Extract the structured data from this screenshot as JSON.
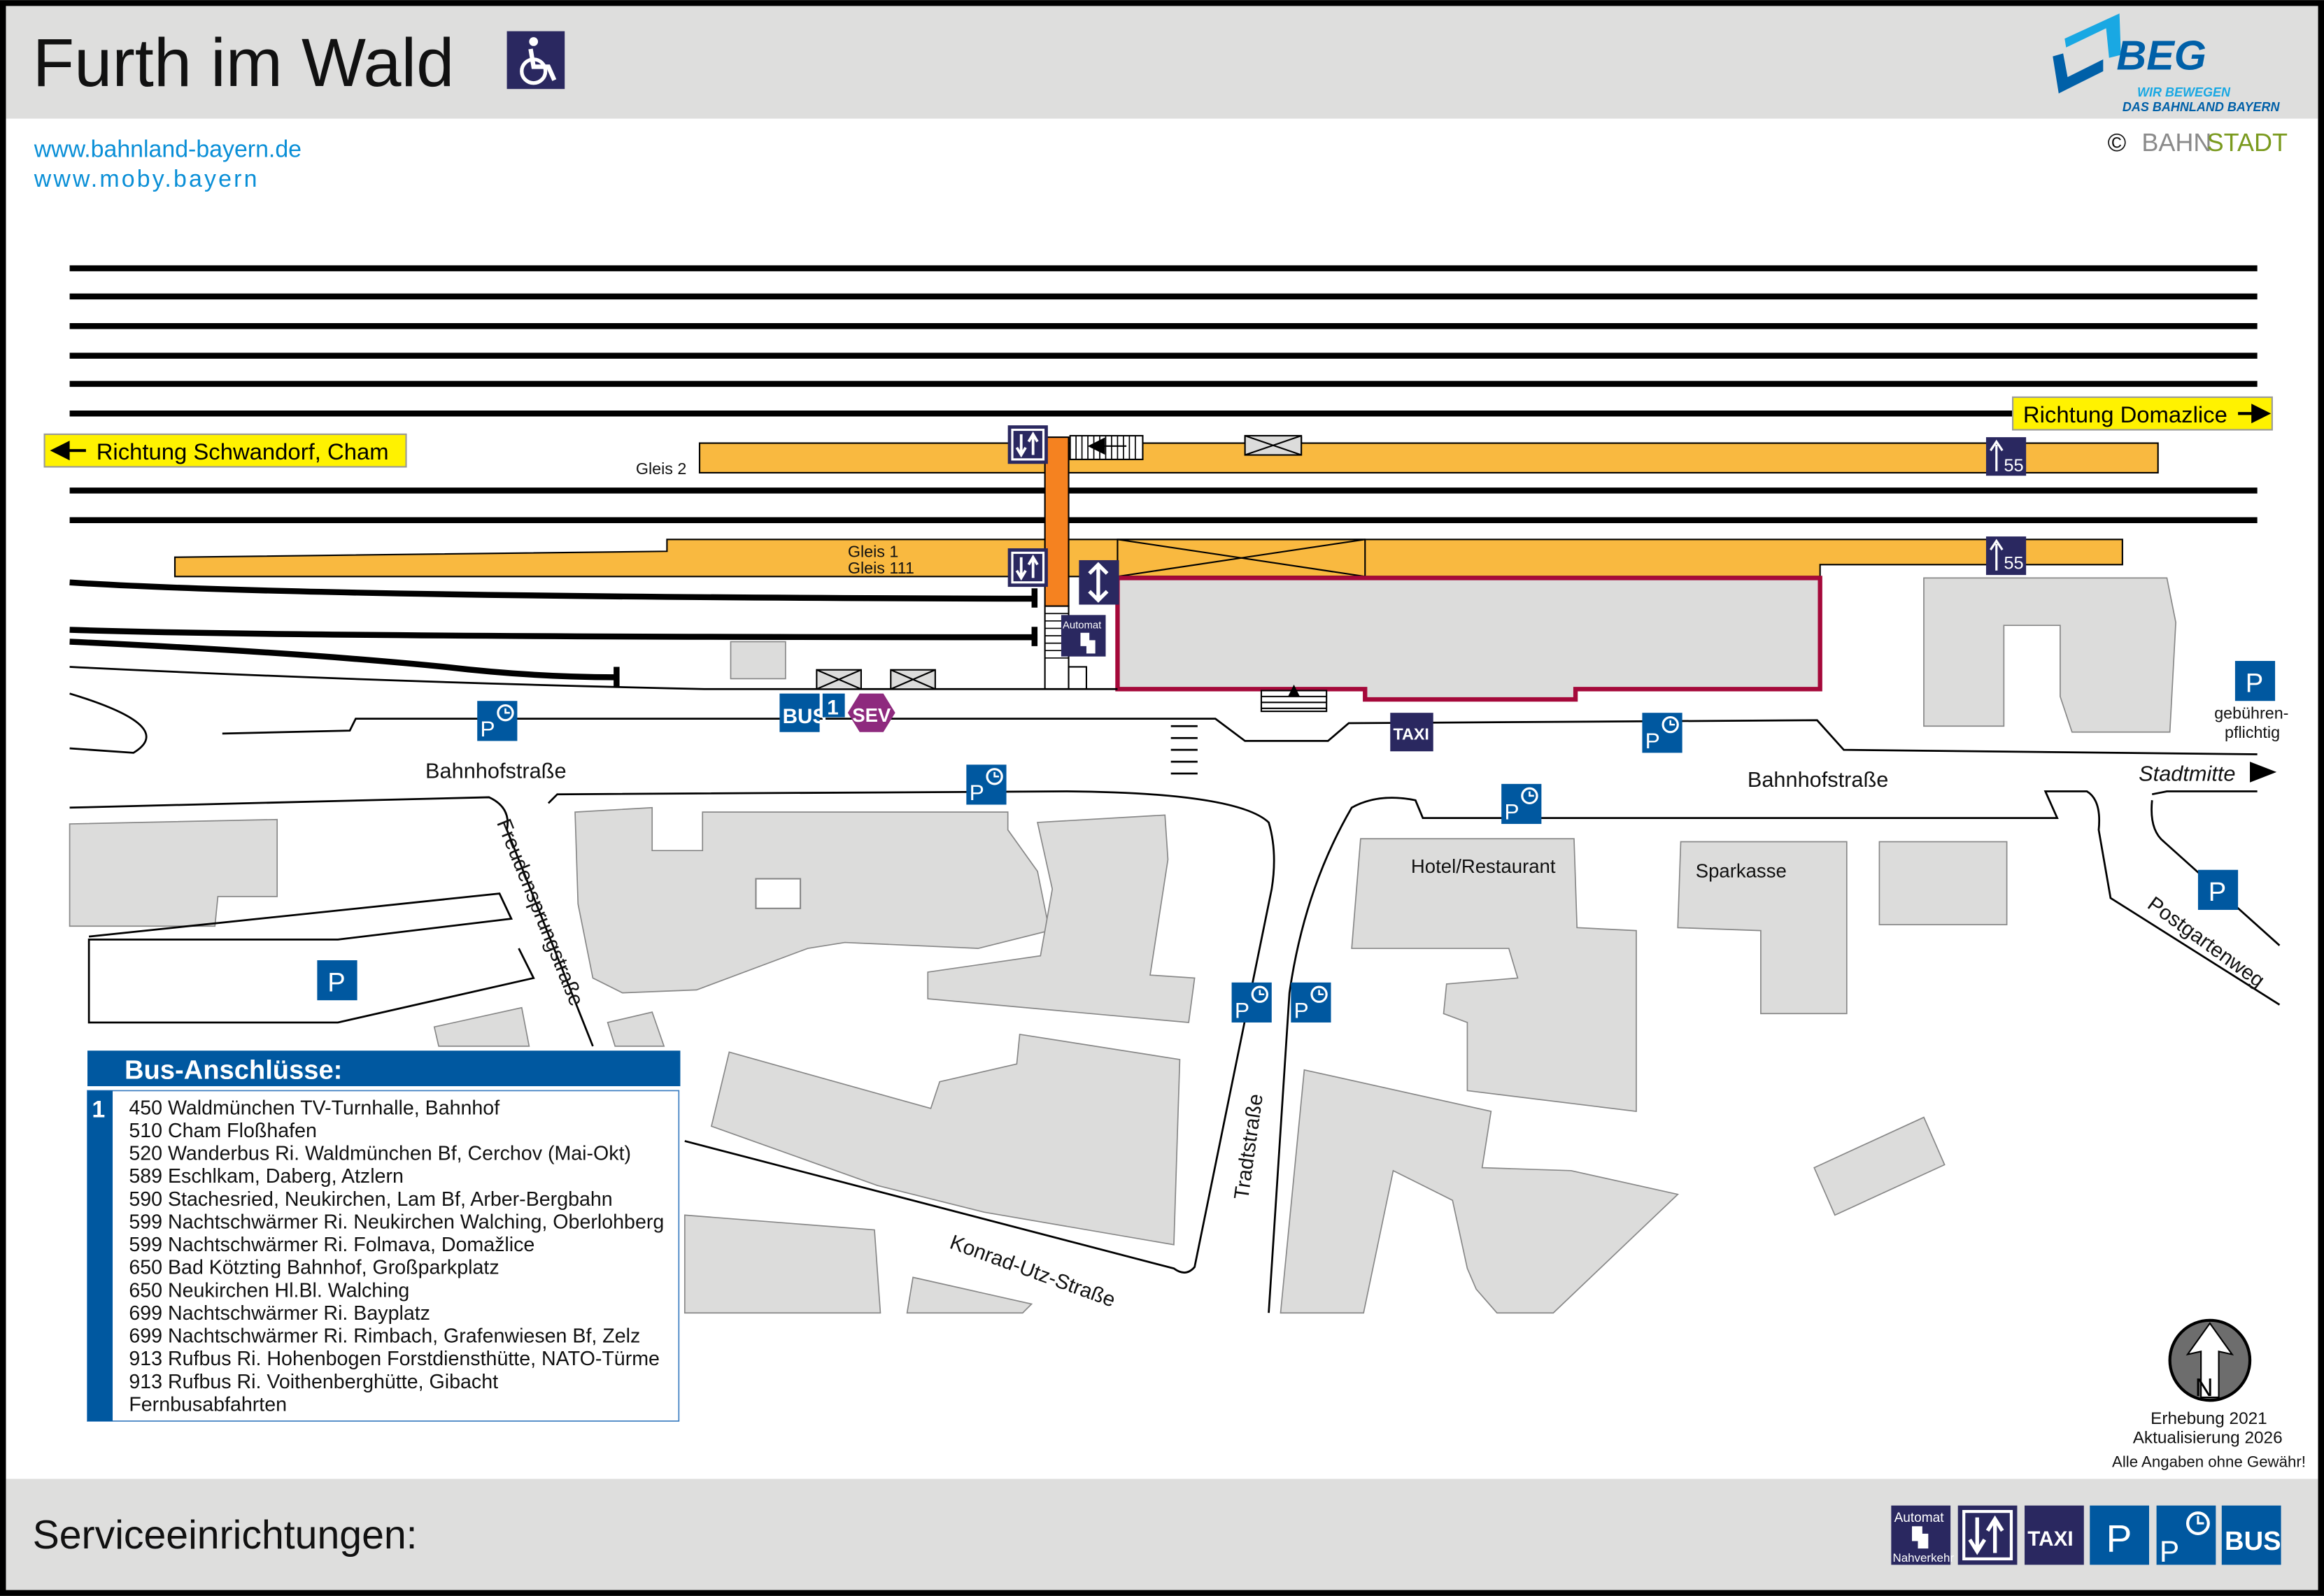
{
  "header": {
    "title": "Furth im Wald",
    "accessibility_icon": "wheelchair-icon",
    "links": [
      "www.bahnland-bayern.de",
      "www.moby.bayern"
    ],
    "logo": {
      "name": "BEG",
      "tagline1": "WIR BEWEGEN",
      "tagline2": "DAS BAHNLAND BAYERN"
    },
    "copyright": {
      "symbol": "©",
      "brand_part1": "BAHN",
      "brand_part2": "STADT"
    }
  },
  "colors": {
    "platform": "#f9b940",
    "underpass": "#f58220",
    "station_outline": "#a5093a",
    "building": "#dcdcdb",
    "navy_icon": "#2a2860",
    "blue_icon": "#0058a0",
    "sev": "#8e2a7e",
    "direction_box": "#fff200",
    "header_band": "#dededd",
    "link": "#0a8fd7"
  },
  "map": {
    "directions": {
      "west": "Richtung Schwandorf, Cham",
      "east": "Richtung Domazlice"
    },
    "platforms": {
      "gleis2": "Gleis 2",
      "gleis1": "Gleis 1",
      "gleis111": "Gleis 111",
      "height_badge": "55"
    },
    "streets": {
      "bahnhofstrasse_west": "Bahnhofstraße",
      "bahnhofstrasse_east": "Bahnhofstraße",
      "freudensprung": "Freudensprungstraße",
      "konrad_utz": "Konrad-Utz-Straße",
      "tradt": "Tradtstraße",
      "postgarten": "Postgartenweg",
      "stadtmitte": "Stadtmitte"
    },
    "places": {
      "hotel": "Hotel/Restaurant",
      "sparkasse": "Sparkasse"
    },
    "parking_note": "gebühren-\npflichtig",
    "parking_note_lines": [
      "gebühren-",
      "pflichtig"
    ],
    "icons": {
      "bus": "BUS",
      "bus_stop_number": "1",
      "sev": "SEV",
      "taxi": "TAXI",
      "parking": "P",
      "automat": "Automat"
    },
    "north": "N"
  },
  "bus_connections": {
    "title": "Bus-Anschlüsse:",
    "stop": "1",
    "lines": [
      "450 Waldmünchen TV-Turnhalle, Bahnhof",
      "510 Cham Floßhafen",
      "520 Wanderbus Ri. Waldmünchen Bf, Cerchov (Mai-Okt)",
      "589 Eschlkam, Daberg, Atzlern",
      "590 Stachesried, Neukirchen, Lam Bf, Arber-Bergbahn",
      "599 Nachtschwärmer Ri. Neukirchen Walching, Oberlohberg",
      "599 Nachtschwärmer Ri. Folmava, Domažlice",
      "650 Bad Kötzting Bahnhof, Großparkplatz",
      "650 Neukirchen Hl.Bl. Walching",
      "699 Nachtschwärmer Ri. Bayplatz",
      "699 Nachtschwärmer Ri. Rimbach, Grafenwiesen Bf, Zelz",
      "913 Rufbus Ri. Hohenbogen Forstdiensthütte, NATO-Türme",
      "913 Rufbus Ri. Voithenberghütte, Gibacht",
      "Fernbusabfahrten"
    ]
  },
  "info": {
    "survey": "Erhebung 2021",
    "update": "Aktualisierung 2026",
    "disclaimer": "Alle Angaben ohne Gewähr!"
  },
  "footer": {
    "title": "Serviceeinrichtungen:",
    "legend": [
      {
        "icon": "ticket-machine-icon",
        "top": "Automat",
        "bottom": "Nahverkehr"
      },
      {
        "icon": "stairs-icon"
      },
      {
        "icon": "taxi-icon",
        "label": "TAXI"
      },
      {
        "icon": "parking-icon",
        "label": "P"
      },
      {
        "icon": "short-term-parking-icon",
        "label": "P"
      },
      {
        "icon": "bus-icon",
        "label": "BUS"
      }
    ]
  }
}
